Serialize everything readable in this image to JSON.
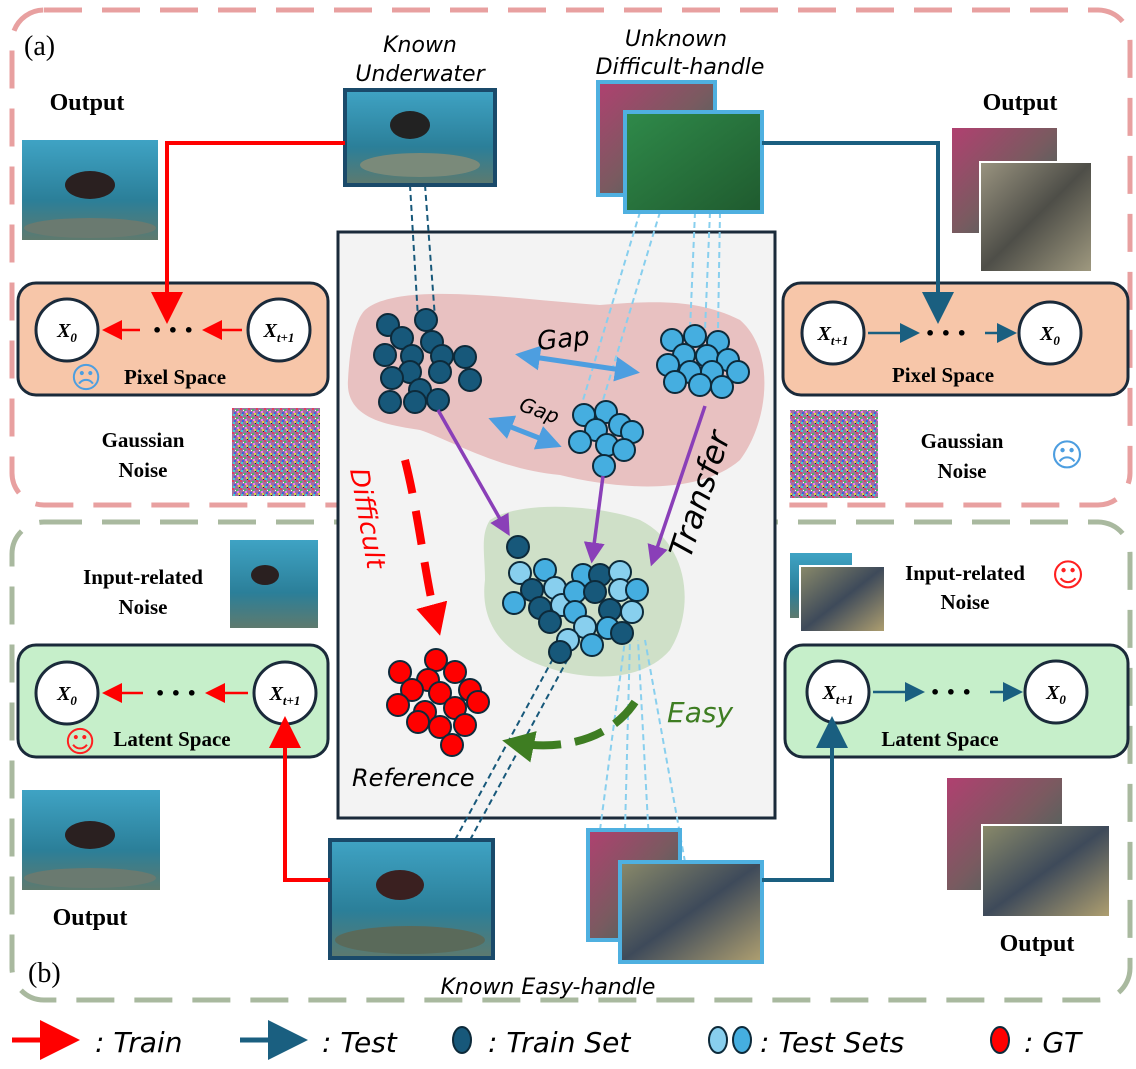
{
  "panel_labels": {
    "a": "(a)",
    "b": "(b)"
  },
  "top_inputs": {
    "known_underwater": [
      "Known",
      "Underwater"
    ],
    "unknown_difficult": [
      "Unknown",
      "Difficult-handle"
    ]
  },
  "bottom_input": "Known Easy-handle",
  "output_label": "Output",
  "pixel_space": {
    "label": "Pixel Space",
    "x0": "X",
    "x0_sub": "0",
    "xt": "X",
    "xt_sub": "t+1",
    "ellipsis": "• • •"
  },
  "latent_space": {
    "label": "Latent Space"
  },
  "gaussian_noise": [
    "Gaussian",
    "Noise"
  ],
  "input_noise": [
    "Input-related",
    "Noise"
  ],
  "center": {
    "gap": "Gap",
    "difficult": "Difficult",
    "transfer": "Transfer",
    "easy": "Easy",
    "reference": "Reference"
  },
  "faces": {
    "sad": "☹",
    "happy": "☺"
  },
  "legend": {
    "train": ": Train",
    "test": ": Test",
    "train_set": ": Train Set",
    "test_sets": ": Test Sets",
    "gt": ": GT"
  },
  "colors": {
    "train_arrow": "#ff0000",
    "test_arrow": "#1a5f80",
    "train_set": "#17587a",
    "test_set_a": "#88cfee",
    "test_set_b": "#45aee0",
    "gt": "#ff0000",
    "pixel_box": "#f7c6a9",
    "latent_box": "#c6efca",
    "purple": "#8a3fb8",
    "green": "#3e7d22"
  }
}
